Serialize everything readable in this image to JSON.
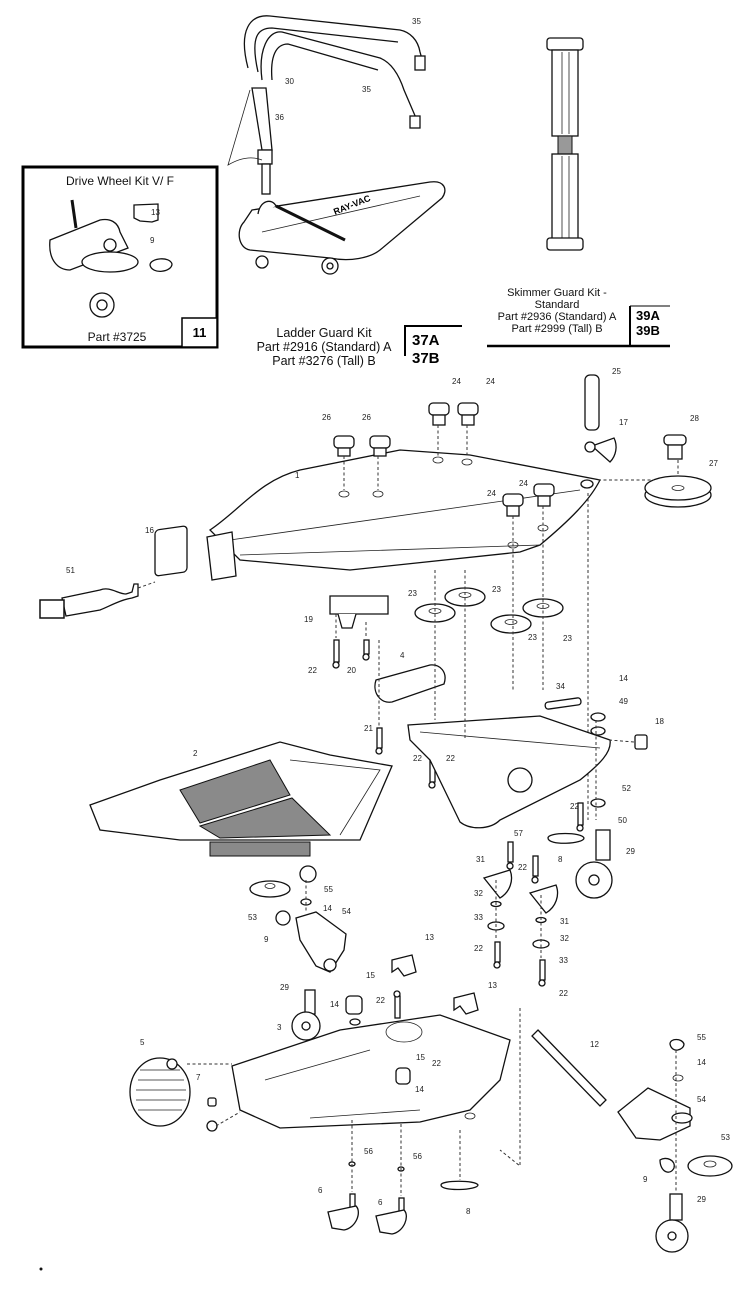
{
  "title": "Ray-Vac pool cleaner exploded parts diagram",
  "kits": {
    "drive_wheel": {
      "title": "Drive Wheel Kit V/ F",
      "part": "Part #3725",
      "ref": "11",
      "callouts": [
        "13",
        "9"
      ]
    },
    "ladder_guard": {
      "title": "Ladder Guard Kit",
      "line_a": "Part #2916 (Standard) A",
      "line_b": "Part #3276 (Tall) B",
      "code_a": "37A",
      "code_b": "37B"
    },
    "skimmer_guard": {
      "title": "Skimmer Guard Kit -",
      "title2": "Standard",
      "line_a": "Part #2936 (Standard) A",
      "line_b": "Part #2999 (Tall) B",
      "code_a": "39A",
      "code_b": "39B"
    }
  },
  "brand_label": "RAY-VAC",
  "callouts": {
    "c35a": "35",
    "c35b": "35",
    "c30": "30",
    "c36": "36",
    "c1": "1",
    "c16": "16",
    "c51": "51",
    "c26a": "26",
    "c26b": "26",
    "c24a": "24",
    "c24b": "24",
    "c24c": "24",
    "c24d": "24",
    "c25": "25",
    "c17": "17",
    "c28": "28",
    "c27": "27",
    "c19": "19",
    "c22a": "22",
    "c20": "20",
    "c23a": "23",
    "c23b": "23",
    "c23c": "23",
    "c23d": "23",
    "c4": "4",
    "c21": "21",
    "c34": "34",
    "c14a": "14",
    "c49": "49",
    "c18": "18",
    "c52": "52",
    "c22b": "22",
    "c22c": "22",
    "c22d": "22",
    "c22e": "22",
    "c50": "50",
    "c57": "57",
    "c8a": "8",
    "c29a": "29",
    "c2": "2",
    "c31a": "31",
    "c31b": "31",
    "c32a": "32",
    "c32b": "32",
    "c33a": "33",
    "c33b": "33",
    "c22f": "22",
    "c22g": "22",
    "c55a": "55",
    "c14b": "14",
    "c53a": "53",
    "c54a": "54",
    "c9a": "9",
    "c29b": "29",
    "c15a": "15",
    "c14c": "14",
    "c22h": "22",
    "c13a": "13",
    "c13b": "13",
    "c3": "3",
    "c15b": "15",
    "c14d": "14",
    "c22i": "22",
    "c5": "5",
    "c7": "7",
    "c56a": "56",
    "c56b": "56",
    "c6a": "6",
    "c6b": "6",
    "c8b": "8",
    "c12": "12",
    "c55b": "55",
    "c14e": "14",
    "c54b": "54",
    "c53b": "53",
    "c9b": "9",
    "c29c": "29"
  }
}
